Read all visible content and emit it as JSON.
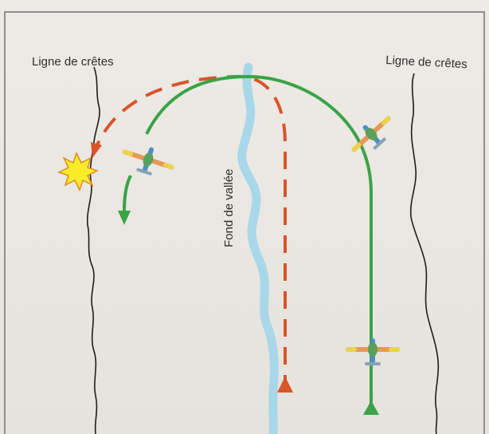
{
  "labels": {
    "ridge_left": "Ligne de crêtes",
    "ridge_right": "Ligne de crêtes",
    "valley_floor": "Fond de vallée"
  },
  "colors": {
    "river": "#a9d7ea",
    "red_path": "#d9542b",
    "green_path": "#3aa346",
    "ridge": "#1d1d1d",
    "explosion_fill": "#f9ed2a",
    "explosion_stroke": "#e08a1d",
    "frame": "#8f8f8f"
  },
  "icons": {
    "aircraft": "light-aircraft-icon",
    "crash": "explosion-icon",
    "direction": "arrowhead-icon"
  }
}
